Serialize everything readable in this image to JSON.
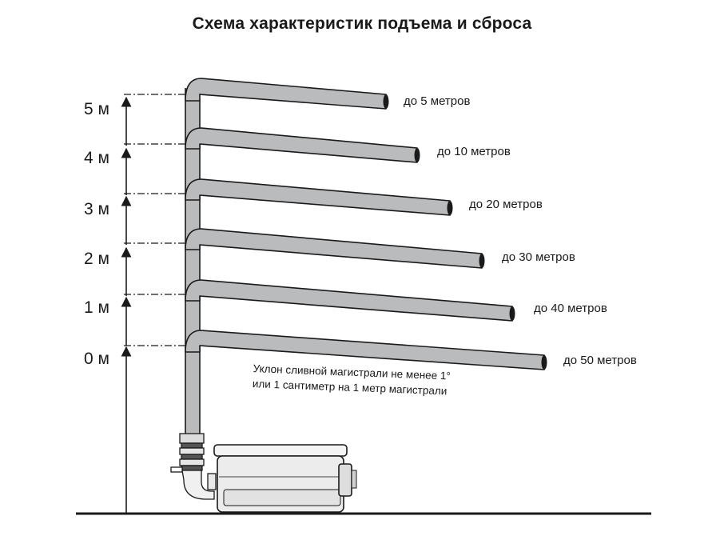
{
  "title": "Схема характеристик подъема и сброса",
  "levels": [
    {
      "height": "5 м",
      "distance": "до 5 метров"
    },
    {
      "height": "4 м",
      "distance": "до 10 метров"
    },
    {
      "height": "3 м",
      "distance": "до 20 метров"
    },
    {
      "height": "2 м",
      "distance": "до 30 метров"
    },
    {
      "height": "1 м",
      "distance": "до 40 метров"
    },
    {
      "height": "0 м",
      "distance": "до 50 метров"
    }
  ],
  "slope_note": {
    "line1": "Уклон сливной магистрали не менее 1°",
    "line2": "или 1 сантиметр на 1 метр магистрали"
  },
  "colors": {
    "pipe_fill": "#b9bbbd",
    "pipe_stroke": "#1a1a1a",
    "pump_body": "#ececec"
  }
}
